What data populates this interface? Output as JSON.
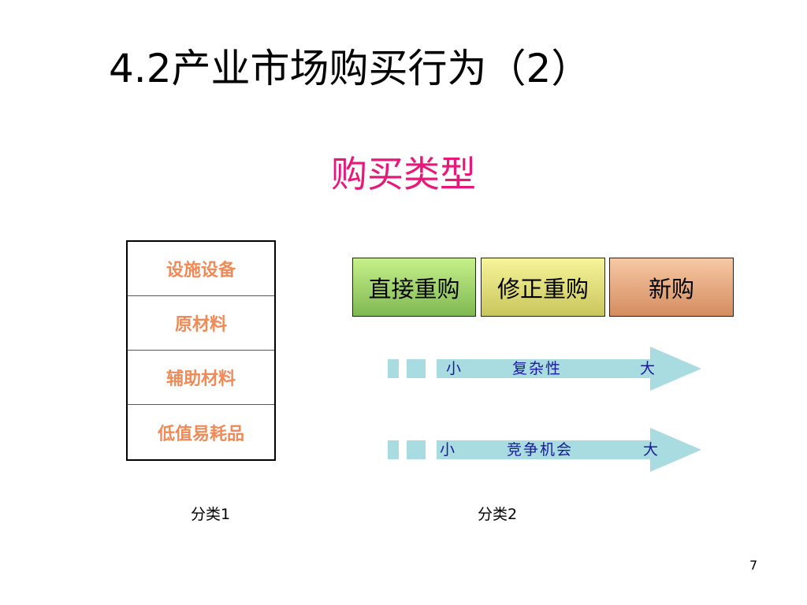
{
  "title": "4.2产业市场购买行为（2）",
  "subtitle": "购买类型",
  "category1": {
    "items": [
      "设施设备",
      "原材料",
      "辅助材料",
      "低值易耗品"
    ],
    "caption": "分类1"
  },
  "category2": {
    "boxes": [
      "直接重购",
      "修正重购",
      "新购"
    ],
    "arrows": [
      {
        "left": "小",
        "middle": "复杂性",
        "right": "大"
      },
      {
        "left": "小",
        "middle": "竞争机会",
        "right": "大"
      }
    ],
    "caption": "分类2"
  },
  "page_number": "7",
  "colors": {
    "subtitle": "#e6197a",
    "table_text": "#f08a57",
    "box_new_buy_start": "#c6f08a",
    "box_modified_rebuy_start": "#f7f49a",
    "box_straight_rebuy_start": "#f7c8a5",
    "arrow_fill": "#a9dce0",
    "arrow_text": "#1a1a9a"
  }
}
